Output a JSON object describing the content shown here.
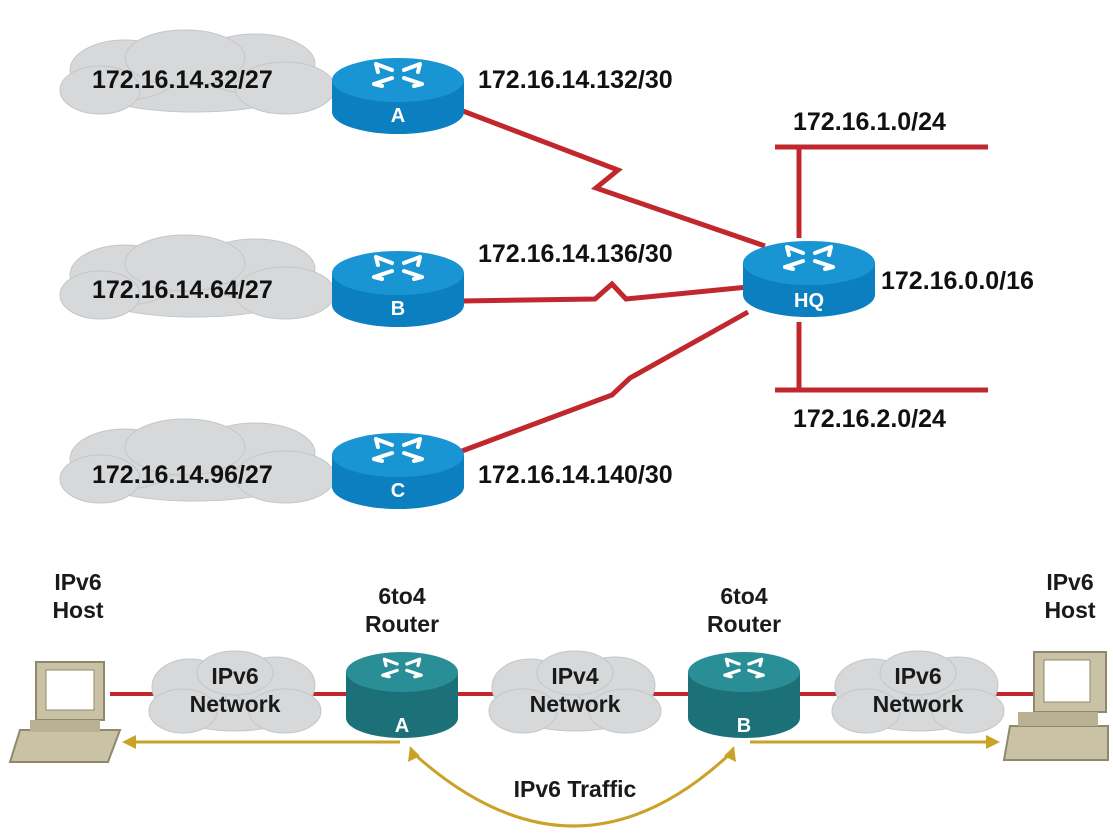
{
  "colors": {
    "link": "#c0282e",
    "router_top": "#1a95d3",
    "router_body": "#0c7fc0",
    "router6_top": "#2a8e96",
    "router6_body": "#1c7078",
    "cloud": "#d6d8da",
    "traffic": "#c9a227"
  },
  "top": {
    "router_a": {
      "label": "A",
      "lan": "172.16.14.32/27",
      "wan": "172.16.14.132/30"
    },
    "router_b": {
      "label": "B",
      "lan": "172.16.14.64/27",
      "wan": "172.16.14.136/30"
    },
    "router_c": {
      "label": "C",
      "lan": "172.16.14.96/27",
      "wan": "172.16.14.140/30"
    },
    "hq": {
      "label": "HQ",
      "net1": "172.16.1.0/24",
      "summary": "172.16.0.0/16",
      "net2": "172.16.2.0/24"
    }
  },
  "bottom": {
    "left_host": {
      "line1": "IPv6",
      "line2": "Host"
    },
    "right_host": {
      "line1": "IPv6",
      "line2": "Host"
    },
    "router_a": {
      "line1": "6to4",
      "line2": "Router",
      "label": "A"
    },
    "router_b": {
      "line1": "6to4",
      "line2": "Router",
      "label": "B"
    },
    "cloud_left": {
      "line1": "IPv6",
      "line2": "Network"
    },
    "cloud_middle": {
      "line1": "IPv4",
      "line2": "Network"
    },
    "cloud_right": {
      "line1": "IPv6",
      "line2": "Network"
    },
    "traffic": "IPv6 Traffic"
  }
}
